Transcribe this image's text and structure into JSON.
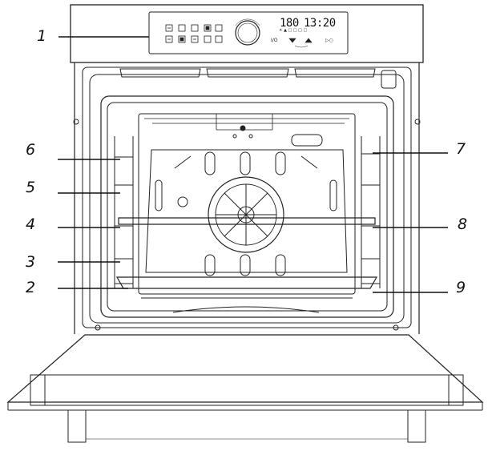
{
  "callouts": {
    "c1": "1",
    "c2": "2",
    "c3": "3",
    "c4": "4",
    "c5": "5",
    "c6": "6",
    "c7": "7",
    "c8": "8",
    "c9": "9"
  },
  "display": {
    "temperature": "180",
    "time": "13:20"
  },
  "icons": [
    "control-button-icon",
    "knob-icon",
    "fan-icon",
    "lamp-icon"
  ]
}
